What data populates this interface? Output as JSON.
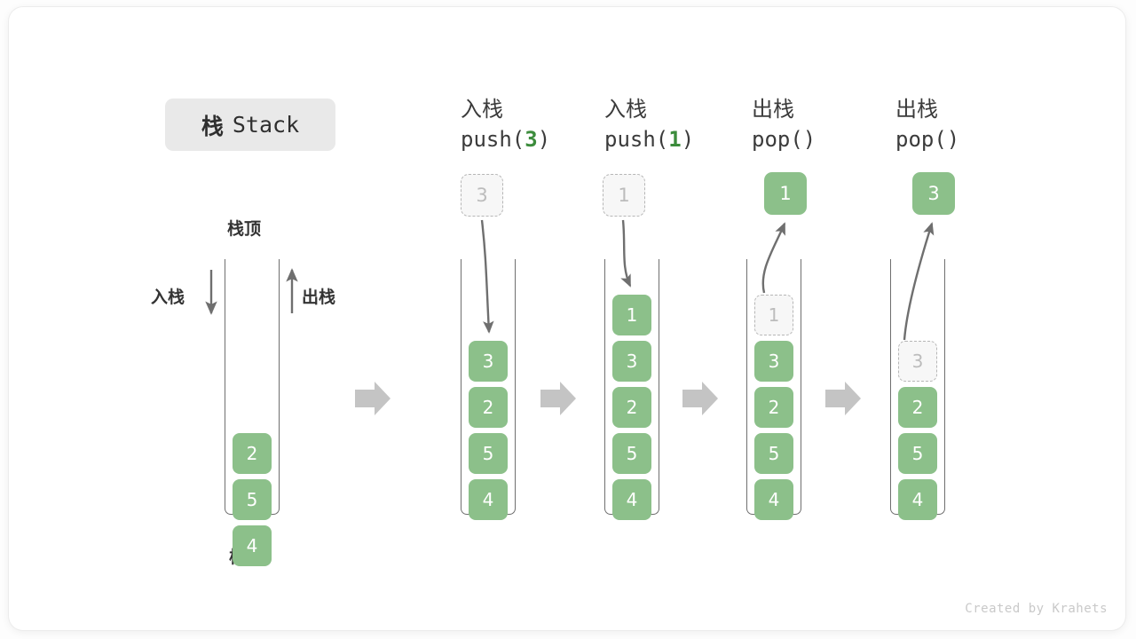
{
  "title": {
    "cn": "栈",
    "en": "Stack"
  },
  "labels": {
    "top": "栈顶",
    "bottom": "栈底",
    "push_side": "入栈",
    "pop_side": "出栈"
  },
  "colors": {
    "element_green": "#8cc08a",
    "ghost_fill": "#f7f7f7",
    "ghost_border": "#b6b6b6",
    "badge_bg": "#e9e9e9",
    "stroke": "#6f6f6f",
    "step_arrow": "#c4c4c4",
    "code_arg": "#3c8c3c"
  },
  "footer": "Created by Krahets",
  "steps": [
    {
      "id": "initial",
      "header_cn": "",
      "header_code_prefix": "",
      "header_code_arg": "",
      "header_code_suffix": "",
      "floating": null,
      "cells": [
        {
          "value": "2",
          "state": "filled"
        },
        {
          "value": "5",
          "state": "filled"
        },
        {
          "value": "4",
          "state": "filled"
        }
      ]
    },
    {
      "id": "push-3",
      "header_cn": "入栈",
      "header_code_prefix": "push(",
      "header_code_arg": "3",
      "header_code_suffix": ")",
      "floating": {
        "value": "3",
        "state": "ghost",
        "direction": "down"
      },
      "cells": [
        {
          "value": "3",
          "state": "filled"
        },
        {
          "value": "2",
          "state": "filled"
        },
        {
          "value": "5",
          "state": "filled"
        },
        {
          "value": "4",
          "state": "filled"
        }
      ]
    },
    {
      "id": "push-1",
      "header_cn": "入栈",
      "header_code_prefix": "push(",
      "header_code_arg": "1",
      "header_code_suffix": ")",
      "floating": {
        "value": "1",
        "state": "ghost",
        "direction": "down"
      },
      "cells": [
        {
          "value": "1",
          "state": "filled"
        },
        {
          "value": "3",
          "state": "filled"
        },
        {
          "value": "2",
          "state": "filled"
        },
        {
          "value": "5",
          "state": "filled"
        },
        {
          "value": "4",
          "state": "filled"
        }
      ]
    },
    {
      "id": "pop-1",
      "header_cn": "出栈",
      "header_code_prefix": "pop(",
      "header_code_arg": "",
      "header_code_suffix": ")",
      "floating": {
        "value": "1",
        "state": "filled",
        "direction": "up"
      },
      "cells": [
        {
          "value": "1",
          "state": "ghost"
        },
        {
          "value": "3",
          "state": "filled"
        },
        {
          "value": "2",
          "state": "filled"
        },
        {
          "value": "5",
          "state": "filled"
        },
        {
          "value": "4",
          "state": "filled"
        }
      ]
    },
    {
      "id": "pop-3",
      "header_cn": "出栈",
      "header_code_prefix": "pop(",
      "header_code_arg": "",
      "header_code_suffix": ")",
      "floating": {
        "value": "3",
        "state": "filled",
        "direction": "up"
      },
      "cells": [
        {
          "value": "3",
          "state": "ghost"
        },
        {
          "value": "2",
          "state": "filled"
        },
        {
          "value": "5",
          "state": "filled"
        },
        {
          "value": "4",
          "state": "filled"
        }
      ]
    }
  ]
}
